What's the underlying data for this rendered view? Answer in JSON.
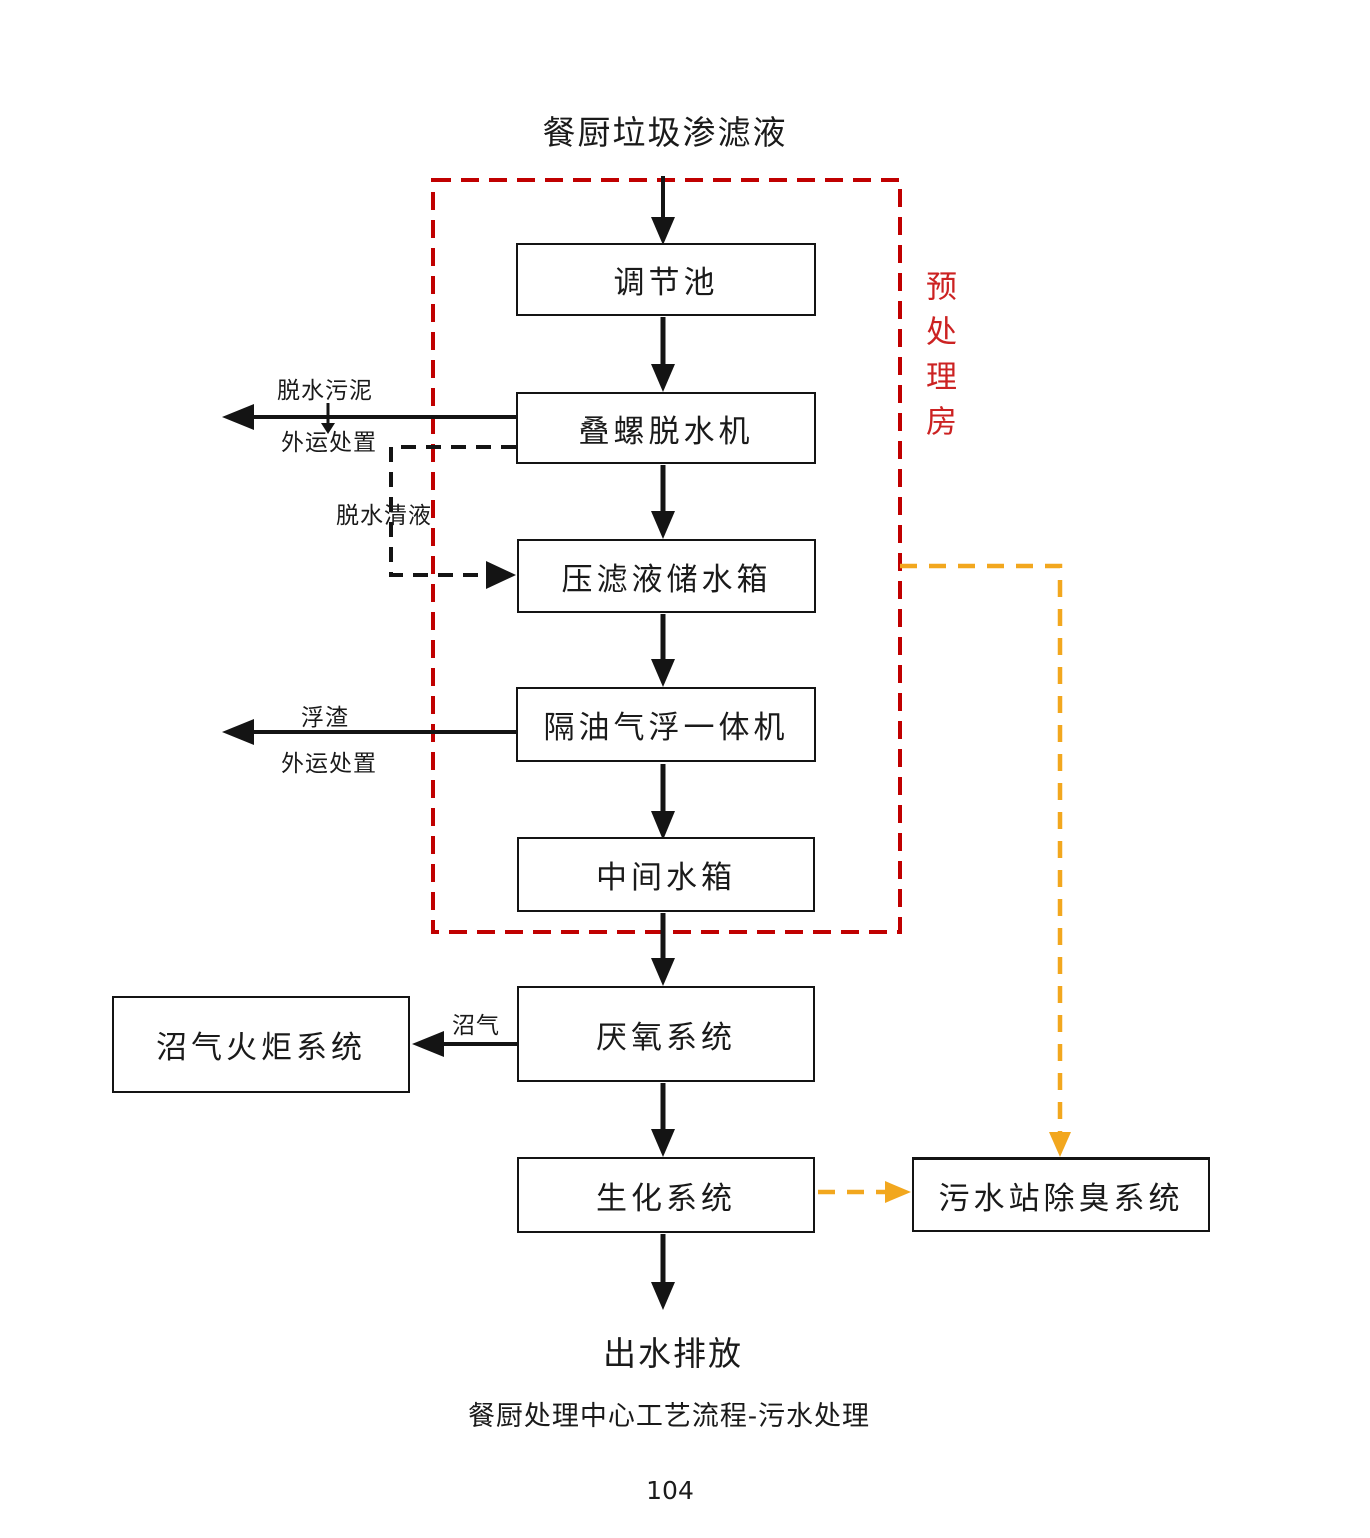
{
  "title": "餐厨垃圾渗滤液",
  "region": {
    "pretreatment_room": "预处理房"
  },
  "nodes": {
    "regulating_tank": "调节池",
    "screw_dewatering_machine": "叠螺脱水机",
    "filtrate_storage_tank": "压滤液储水箱",
    "oil_separation_flotation_machine": "隔油气浮一体机",
    "intermediate_tank": "中间水箱",
    "anaerobic_system": "厌氧系统",
    "biochemical_system": "生化系统",
    "biogas_torch_system": "沼气火炬系统",
    "sewage_station_deodorization_system": "污水站除臭系统"
  },
  "labels": {
    "dewatered_sludge": "脱水污泥",
    "offsite_disposal_sludge": "外运处置",
    "dewatered_clear_liquid": "脱水清液",
    "scum": "浮渣",
    "offsite_disposal_scum": "外运处置",
    "biogas": "沼气",
    "outlet": "出水排放"
  },
  "caption": "餐厨处理中心工艺流程-污水处理",
  "page_number": "104",
  "colors": {
    "red": "#c00000",
    "red_text": "#cc2222",
    "orange": "#f2a71e",
    "black": "#141414"
  }
}
